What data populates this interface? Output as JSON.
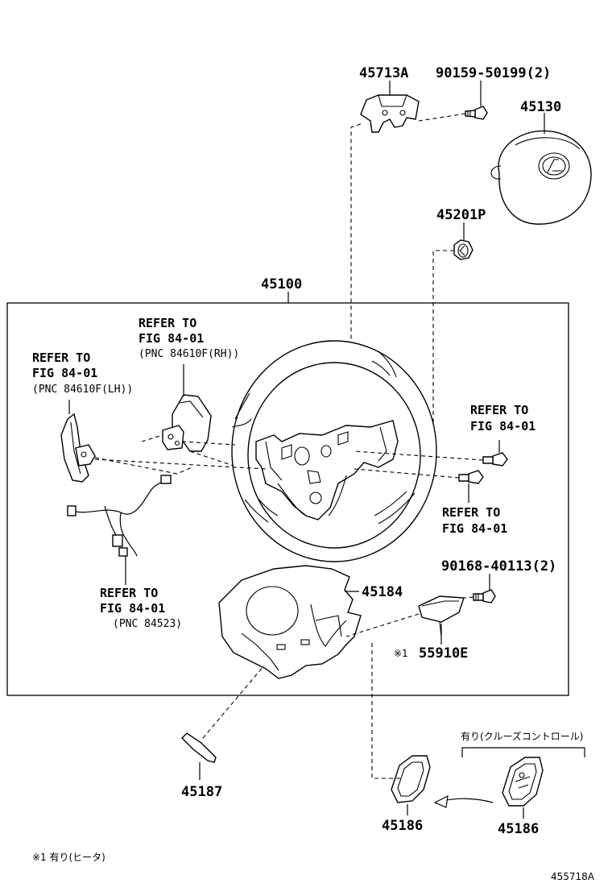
{
  "labels": {
    "p45713a": "45713A",
    "p90159": "90159-50199(2)",
    "p45130": "45130",
    "p45201p": "45201P",
    "p45100": "45100",
    "p90168": "90168-40113(2)",
    "p45184": "45184",
    "p55910e": "55910E",
    "p55910e_mark": "※1",
    "p45187": "45187",
    "p45186a": "45186",
    "p45186b": "45186"
  },
  "refs": {
    "rh": {
      "line1": "REFER TO",
      "line2": "FIG 84-01",
      "line3": "(PNC 84610F(RH))"
    },
    "lh": {
      "line1": "REFER TO",
      "line2": "FIG 84-01",
      "line3": "(PNC 84610F(LH))"
    },
    "right_upper": {
      "line1": "REFER TO",
      "line2": "FIG 84-01"
    },
    "right_lower": {
      "line1": "REFER TO",
      "line2": "FIG 84-01"
    },
    "harness": {
      "line1": "REFER TO",
      "line2": "FIG 84-01",
      "line3": "(PNC 84523)"
    }
  },
  "notes": {
    "cruise": "有り(クルーズコントロール)",
    "footnote": "※1 有り(ヒータ)",
    "figure_id": "455718A"
  }
}
